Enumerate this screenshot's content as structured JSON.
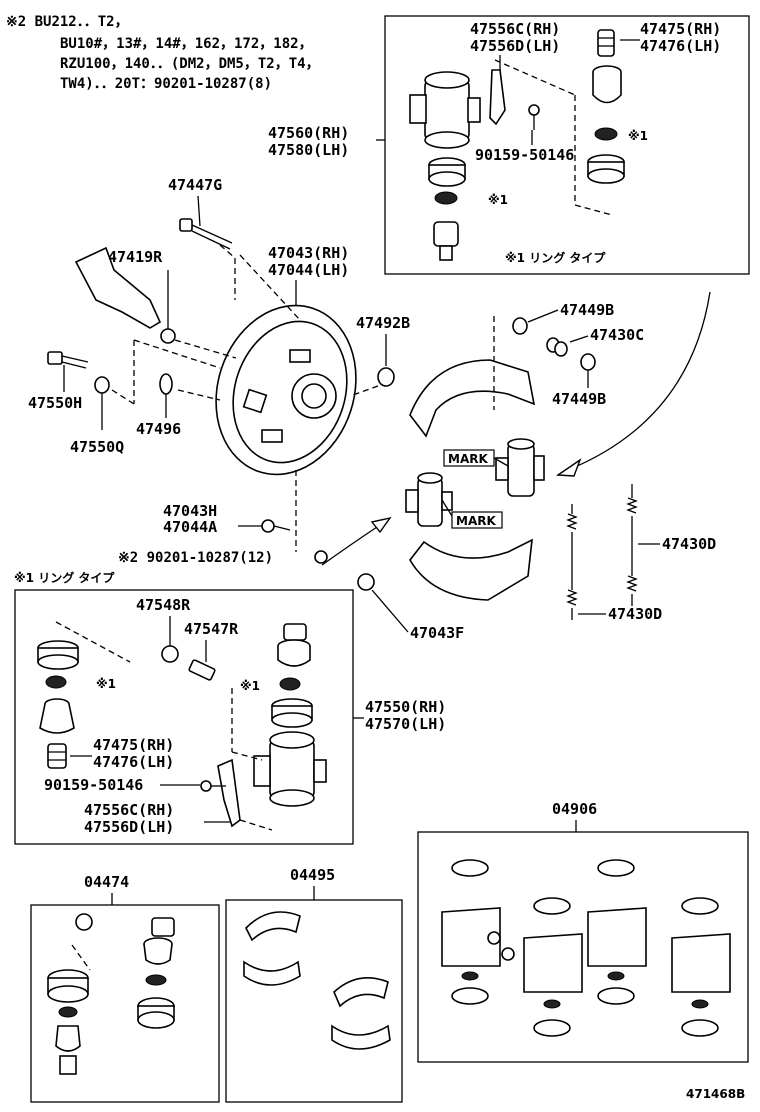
{
  "notes": {
    "note2": [
      "※2 BU212．．T2，",
      "BU10#，13#，14#，162，172，182，",
      "RZU100，140．．(DM2，DM5，T2，T4，",
      "TW4)．．20T：90201-10287(8)"
    ],
    "note2_lower": "※2 90201-10287(12)",
    "ring_type_top": "※1 リング タイプ",
    "ring_type_left": "※1 リング タイプ",
    "star1": "※1"
  },
  "labels": {
    "p47556c_rh_top": "47556C(RH)",
    "p47556d_lh_top": "47556D(LH)",
    "p47475_rh_top": "47475(RH)",
    "p47476_lh_top": "47476(LH)",
    "p47560_rh": "47560(RH)",
    "p47580_lh": "47580(LH)",
    "p90159_top": "90159-50146",
    "p47447g": "47447G",
    "p47419r": "47419R",
    "p47043_rh": "47043(RH)",
    "p47044_lh": "47044(LH)",
    "p47492b": "47492B",
    "p47449b_a": "47449B",
    "p47430c": "47430C",
    "p47449b_b": "47449B",
    "p47550h": "47550H",
    "p47550q": "47550Q",
    "p47496": "47496",
    "mark_a": "MARK",
    "mark_b": "MARK",
    "p47043h": "47043H",
    "p47044a": "47044A",
    "p47430d_a": "47430D",
    "p47430d_b": "47430D",
    "p47043f": "47043F",
    "p47548r": "47548R",
    "p47547r": "47547R",
    "p47550_rh": "47550(RH)",
    "p47570_lh": "47570(LH)",
    "p47475_rh_bot": "47475(RH)",
    "p47476_lh_bot": "47476(LH)",
    "p90159_bot": "90159-50146",
    "p47556c_rh_bot": "47556C(RH)",
    "p47556d_lh_bot": "47556D(LH)",
    "p04906": "04906",
    "p04474": "04474",
    "p04495": "04495",
    "figure_id": "471468B"
  }
}
